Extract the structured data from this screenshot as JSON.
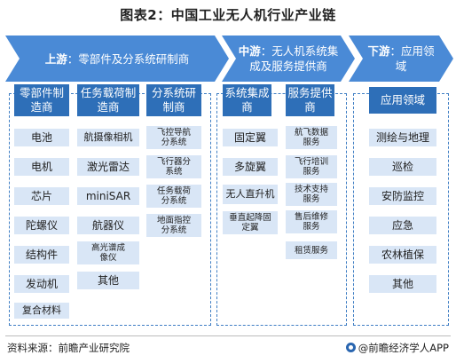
{
  "title": "图表2：中国工业无人机行业产业链",
  "bands": [
    {
      "strong": "上游",
      "rest": "：零部件及分系统研制商"
    },
    {
      "strong": "中游",
      "rest": "：无人机系统集成及服务提供商"
    },
    {
      "strong": "下游",
      "rest": "：应用领域"
    }
  ],
  "upstream": {
    "columns": [
      {
        "header": "零部件制造商",
        "items": [
          "电池",
          "电机",
          "芯片",
          "陀螺仪",
          "结构件",
          "发动机",
          "复合材料"
        ]
      },
      {
        "header": "任务载荷制造商",
        "items": [
          "航摄像相机",
          "激光雷达",
          "miniSAR",
          "航器仪",
          "高光谱成像仪",
          "其他"
        ]
      },
      {
        "header": "分系统研制商",
        "items": [
          "飞控导航分系统",
          "飞行器分系统",
          "任务载荷分系统",
          "地面指控分系统"
        ]
      }
    ]
  },
  "midstream": {
    "columns": [
      {
        "header": "系统集成商",
        "items": [
          "固定翼",
          "多旋翼",
          "无人直升机",
          "垂直起降固定翼"
        ]
      },
      {
        "header": "服务提供商",
        "items": [
          "航飞数据服务",
          "飞行培训服务",
          "技术支持服务",
          "售后维修服务",
          "租赁服务"
        ]
      }
    ]
  },
  "downstream": {
    "header": "应用领域",
    "items": [
      "测绘与地理",
      "巡检",
      "安防监控",
      "应急",
      "农林植保",
      "其他"
    ]
  },
  "footer": {
    "source": "资料来源：前瞻产业研究院",
    "brand": "@前瞻经济学人APP"
  },
  "colors": {
    "band": "#4a8ad6",
    "header": "#2e6fb8",
    "cell": "#d9e6f6",
    "border": "#3f7ec4"
  }
}
